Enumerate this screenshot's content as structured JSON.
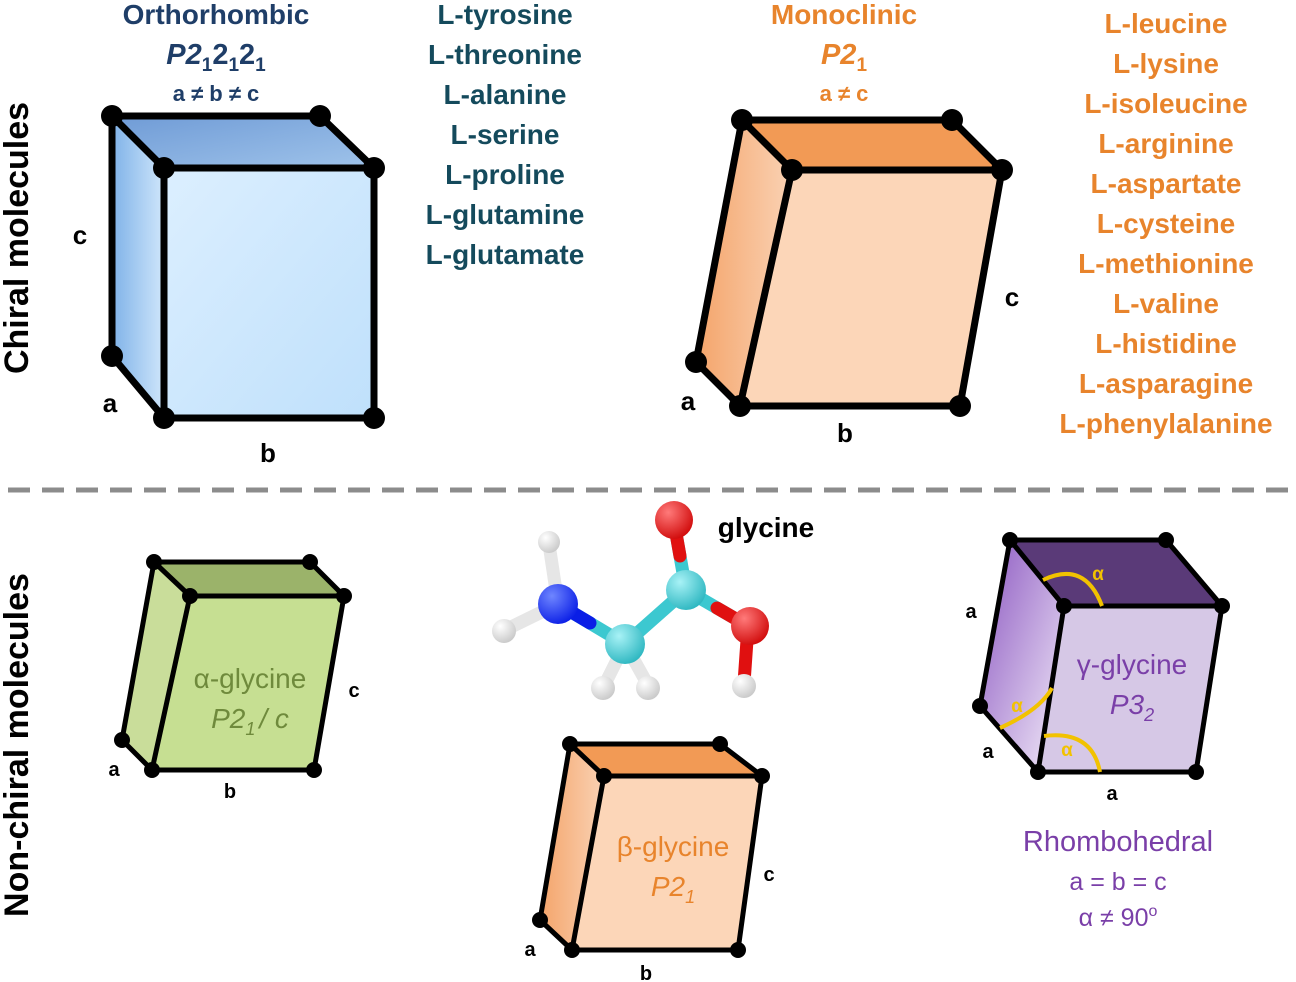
{
  "section_labels": {
    "chiral": "Chiral molecules",
    "non_chiral": "Non-chiral molecules"
  },
  "orthorhombic": {
    "title": "Orthorhombic",
    "space_group_base": "P2",
    "space_group_sub": "1",
    "space_group_mid": "2",
    "relation": "a ≠ b ≠ c",
    "axis_a": "a",
    "axis_b": "b",
    "axis_c": "c",
    "amino_acids": [
      "L-tyrosine",
      "L-threonine",
      "L-alanine",
      "L-serine",
      "L-proline",
      "L-glutamine",
      "L-glutamate"
    ]
  },
  "monoclinic": {
    "title": "Monoclinic",
    "space_group_base": "P2",
    "space_group_sub": "1",
    "relation": "a ≠ c",
    "axis_a": "a",
    "axis_b": "b",
    "axis_c": "c",
    "amino_acids": [
      "L-leucine",
      "L-lysine",
      "L-isoleucine",
      "L-arginine",
      "L-aspartate",
      "L-cysteine",
      "L-methionine",
      "L-valine",
      "L-histidine",
      "L-asparagine",
      "L-phenylalanine"
    ]
  },
  "alpha_glycine": {
    "name": "α-glycine",
    "space_group_base": "P2",
    "space_group_sub": "1",
    "space_group_suffix": "/ c",
    "axis_a": "a",
    "axis_b": "b",
    "axis_c": "c"
  },
  "beta_glycine": {
    "name": "β-glycine",
    "space_group_base": "P2",
    "space_group_sub": "1",
    "axis_a": "a",
    "axis_b": "b",
    "axis_c": "c"
  },
  "gamma_glycine": {
    "name": "γ-glycine",
    "space_group_base": "P3",
    "space_group_sub": "2",
    "axis_a_left": "a",
    "axis_a_lower": "a",
    "axis_a_bottom": "a",
    "angle_symbol": "α",
    "system": "Rhombohedral",
    "relation": "a = b = c",
    "angle_relation_base": "α ≠ 90",
    "angle_relation_sup": "o"
  },
  "molecule": {
    "label": "glycine"
  },
  "colors": {
    "ortho_blue": "#1f3e68",
    "teal_text": "#144a5c",
    "orange": "#e8842c",
    "green_text": "#6f8a3c",
    "purple": "#7a3fa8",
    "angle_yellow": "#f2c200",
    "atom_nitrogen": "#0a1ee6",
    "atom_oxygen": "#e01010",
    "atom_carbon": "#3cc8d0",
    "atom_hydrogen": "#f2f2f2"
  }
}
